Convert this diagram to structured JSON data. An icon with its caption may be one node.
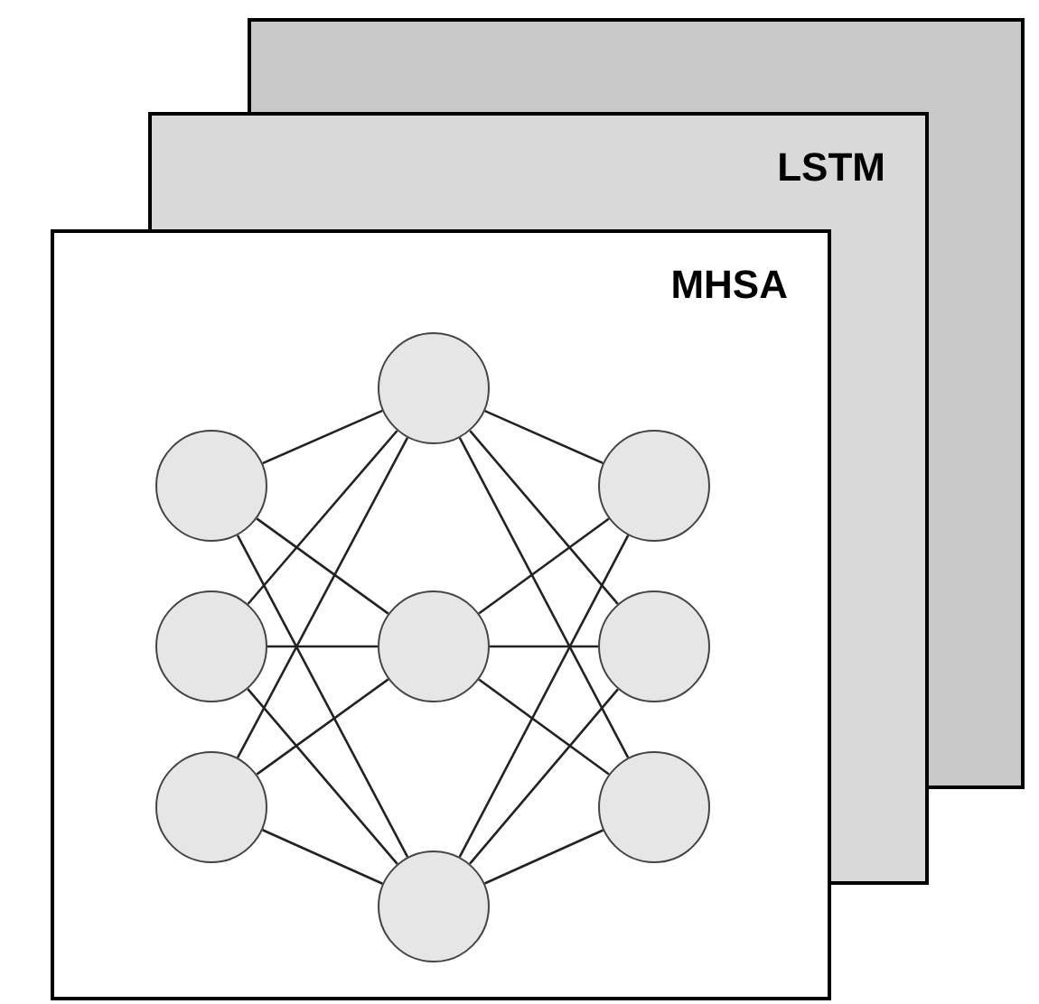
{
  "diagram": {
    "nodes": [
      {
        "text": [],
        "shape": "box"
      },
      {
        "text": [
          "LSTM"
        ]
      },
      {
        "text": [
          "MHSA"
        ]
      },
      {
        "text": [],
        "shape": "circle",
        "in": 2
      },
      {
        "text": [],
        "shape": "circle",
        "in": 2
      },
      {
        "text": [],
        "shape": "circle",
        "in": 2
      },
      {
        "text": [],
        "shape": "circle",
        "in": 2
      },
      {
        "text": [],
        "shape": "circle",
        "in": 2
      },
      {
        "text": [],
        "shape": "circle",
        "in": 2
      },
      {
        "text": [],
        "shape": "circle",
        "in": 2
      },
      {
        "text": [],
        "shape": "circle",
        "in": 2
      },
      {
        "text": [],
        "shape": "circle",
        "in": 2
      }
    ],
    "edges": [
      {
        "from": 3,
        "to": 6,
        "arrow": "none"
      },
      {
        "from": 3,
        "to": 7,
        "arrow": "none"
      },
      {
        "from": 3,
        "to": 8,
        "arrow": "none"
      },
      {
        "from": 4,
        "to": 6,
        "arrow": "none"
      },
      {
        "from": 4,
        "to": 7,
        "arrow": "none"
      },
      {
        "from": 4,
        "to": 8,
        "arrow": "none"
      },
      {
        "from": 5,
        "to": 6,
        "arrow": "none"
      },
      {
        "from": 5,
        "to": 7,
        "arrow": "none"
      },
      {
        "from": 5,
        "to": 8,
        "arrow": "none"
      },
      {
        "from": 6,
        "to": 9,
        "arrow": "none"
      },
      {
        "from": 6,
        "to": 10,
        "arrow": "none"
      },
      {
        "from": 6,
        "to": 11,
        "arrow": "none"
      },
      {
        "from": 7,
        "to": 9,
        "arrow": "none"
      },
      {
        "from": 7,
        "to": 10,
        "arrow": "none"
      },
      {
        "from": 7,
        "to": 11,
        "arrow": "none"
      },
      {
        "from": 8,
        "to": 9,
        "arrow": "none"
      },
      {
        "from": 8,
        "to": 10,
        "arrow": "none"
      },
      {
        "from": 8,
        "to": 11,
        "arrow": "none"
      }
    ]
  }
}
